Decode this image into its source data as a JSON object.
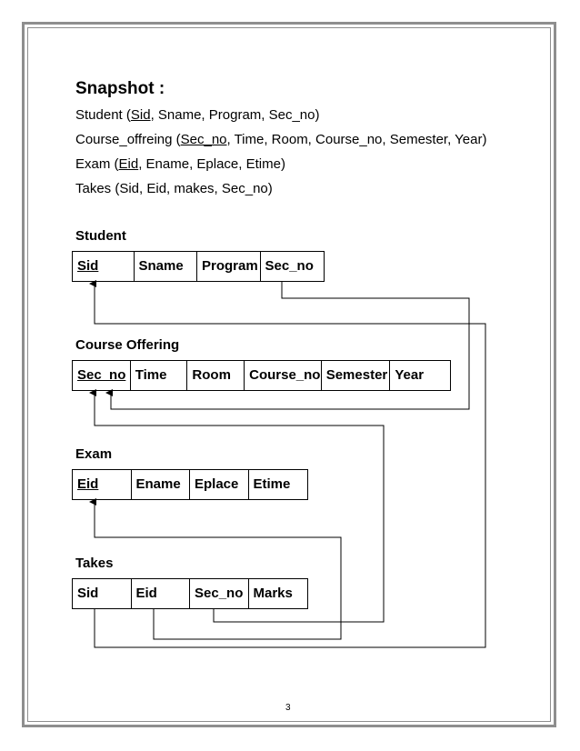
{
  "title": "Snapshot :",
  "schemas": [
    {
      "name": "Student (",
      "key": "Sid",
      "rest": ", Sname, Program, Sec_no)"
    },
    {
      "name": "Course_offreing (",
      "key": "Sec_no",
      "rest": ", Time, Room, Course_no, Semester, Year)"
    },
    {
      "name": "Exam (",
      "key": "Eid",
      "rest": ", Ename, Eplace, Etime)"
    },
    {
      "name": "Takes (Sid, Eid, makes, Sec_no)",
      "key": "",
      "rest": ""
    }
  ],
  "tables": {
    "student": {
      "label": "Student",
      "columns": [
        "Sid",
        "Sname",
        "Program",
        "Sec_no"
      ]
    },
    "course_offering": {
      "label": "Course Offering",
      "columns": [
        "Sec_no",
        "Time",
        "Room",
        "Course_no",
        "Semester",
        "Year"
      ]
    },
    "exam": {
      "label": "Exam",
      "columns": [
        "Eid",
        "Ename",
        "Eplace",
        "Etime"
      ]
    },
    "takes": {
      "label": "Takes",
      "columns": [
        "Sid",
        "Eid",
        "Sec_no",
        "Marks"
      ]
    }
  },
  "page_number": "3",
  "colors": {
    "frame": "#8e8e8e",
    "line": "#000000"
  }
}
